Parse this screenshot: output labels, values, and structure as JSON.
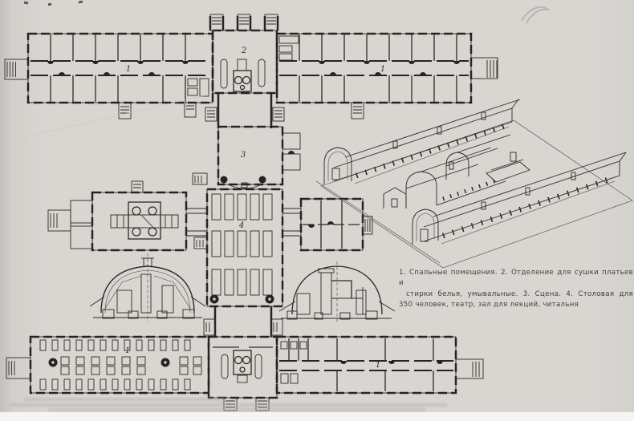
{
  "figure": {
    "paper_color": "#d8d6d1",
    "ink_color": "#2e2b27"
  },
  "plan_labels": {
    "top_left_wing": "1",
    "top_right_wing": "1",
    "washhouse_block": "2",
    "stage_block": "3",
    "dining_hall": "4",
    "bottom_left_wing": "1",
    "bottom_right_wing": "1"
  },
  "caption": {
    "lines": [
      "1. Спальные помещения. 2. Отделение для сушки платьев и",
      "стирки белья, умывальные. 3. Сцена. 4. Столовая для",
      "350 человек, театр, зал для лекций, читальня"
    ],
    "legend": [
      {
        "num": "1",
        "label": "Спальные помещения"
      },
      {
        "num": "2",
        "label": "Отделение для сушки платьев и стирки белья, умывальные"
      },
      {
        "num": "3",
        "label": "Сцена"
      },
      {
        "num": "4",
        "label": "Столовая для 350 человек, театр, зал для лекций, читальня"
      }
    ]
  }
}
